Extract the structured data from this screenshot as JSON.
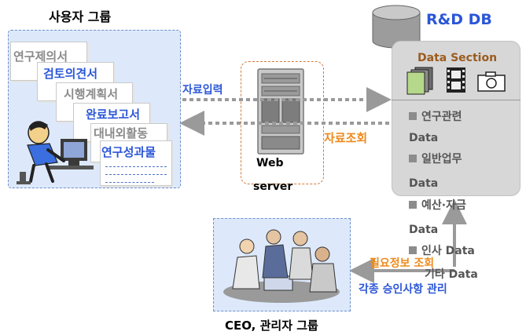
{
  "user_group": {
    "title": "사용자 그룹",
    "documents": [
      "연구제의서",
      "검토의견서",
      "시행계획서",
      "완료보고서",
      "대내외활동",
      "연구성과물"
    ]
  },
  "database": {
    "title": "R&D DB",
    "section_label": "Data Section",
    "items": [
      {
        "line1": "연구관련",
        "line2": "Data"
      },
      {
        "line1": "일반업무",
        "line2": "Data"
      },
      {
        "line1": "예산·자금",
        "line2": "Data"
      },
      {
        "line1": "인사 Data",
        "line2": "기타 Data"
      }
    ]
  },
  "server": {
    "line1": "Web",
    "line2": "server"
  },
  "flows": {
    "input_label": "자료입력",
    "query_label": "자료조회",
    "info_query_label": "필요정보 조회",
    "approval_label": "각종 승인사항 관리"
  },
  "ceo_group": {
    "title": "CEO, 관리자 그룹"
  },
  "colors": {
    "blue": "#2b56d8",
    "orange": "#ee8a1c",
    "db_gray": "#d7d7d7",
    "panel_blue": "#dde9fb",
    "arrow_gray": "#9a9a9a"
  }
}
